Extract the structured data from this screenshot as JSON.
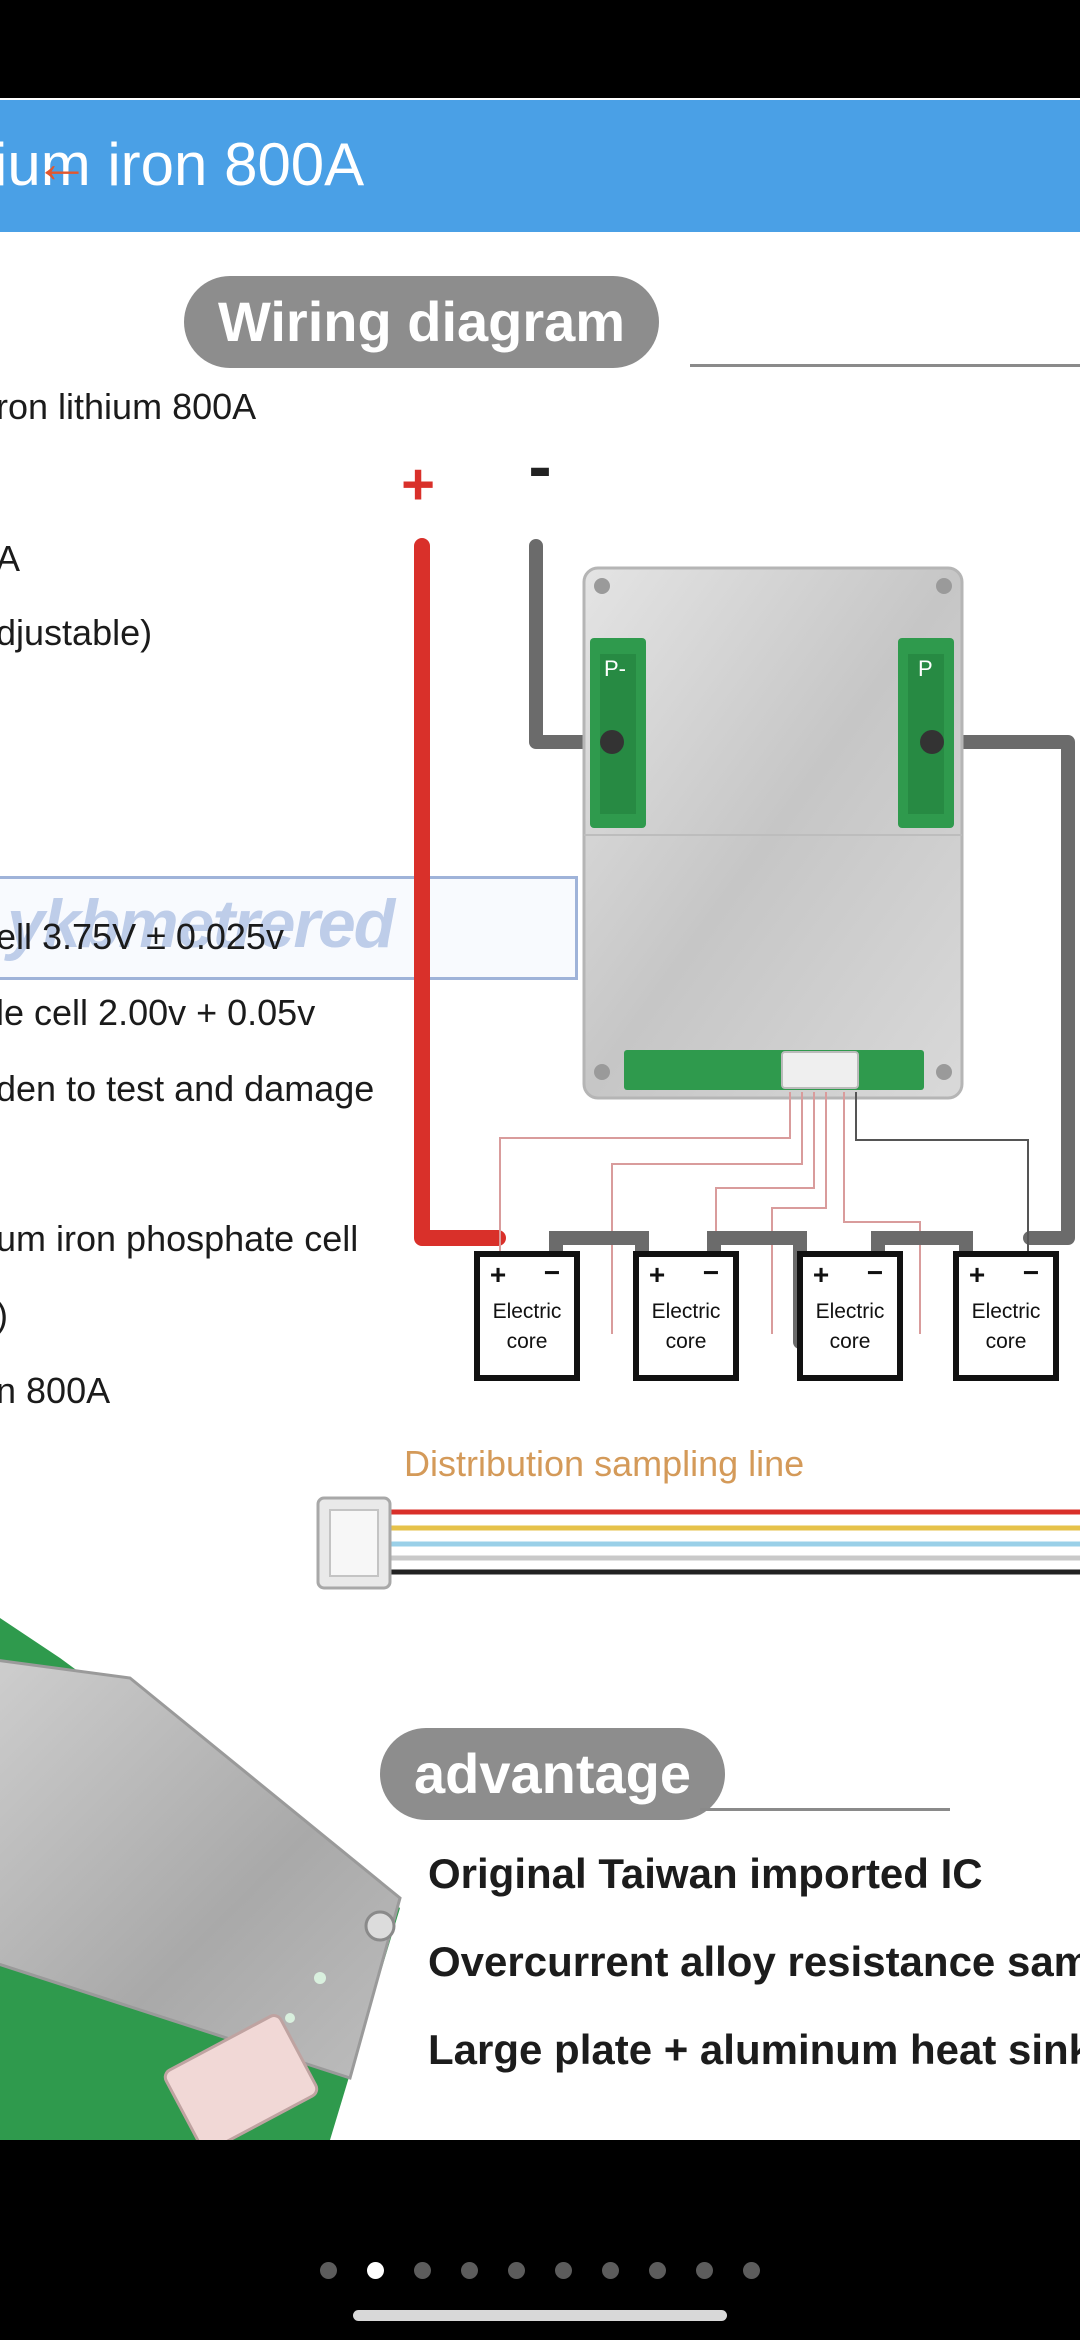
{
  "image": {
    "title": "ium iron 800A",
    "wiring_heading": "Wiring diagram",
    "specs": [
      "ron lithium 800A",
      "A",
      "djustable)",
      "ell 3.75V ± 0.025v",
      "le cell 2.00v + 0.05v",
      "den to test and damage",
      "um iron phosphate cell",
      ")",
      "n 800A"
    ],
    "watermark": "ykbmetrered",
    "polarity": {
      "plus": "+",
      "minus": "-"
    },
    "connector_label_left": "P-",
    "connector_label_right": "P",
    "cells": [
      {
        "plus": "+",
        "minus": "−",
        "line1": "Electric",
        "line2": "core"
      },
      {
        "plus": "+",
        "minus": "−",
        "line1": "Electric",
        "line2": "core"
      },
      {
        "plus": "+",
        "minus": "−",
        "line1": "Electric",
        "line2": "core"
      },
      {
        "plus": "+",
        "minus": "−",
        "line1": "Electric",
        "line2": "core"
      }
    ],
    "sampling_line_label": "Distribution sampling line",
    "advantage_heading": "advantage",
    "advantages": [
      "Original Taiwan imported IC",
      "Overcurrent alloy resistance samp",
      "Large plate + aluminum heat sink"
    ]
  },
  "pager": {
    "total": 10,
    "active_index": 1
  },
  "colors": {
    "banner": "#4aa0e6",
    "pill": "#8d8d8d",
    "positive_wire": "#d9302a",
    "negative_wire": "#6b6b6b",
    "sampling_label": "#d49a59",
    "pcb_green": "#2f9a4d"
  }
}
